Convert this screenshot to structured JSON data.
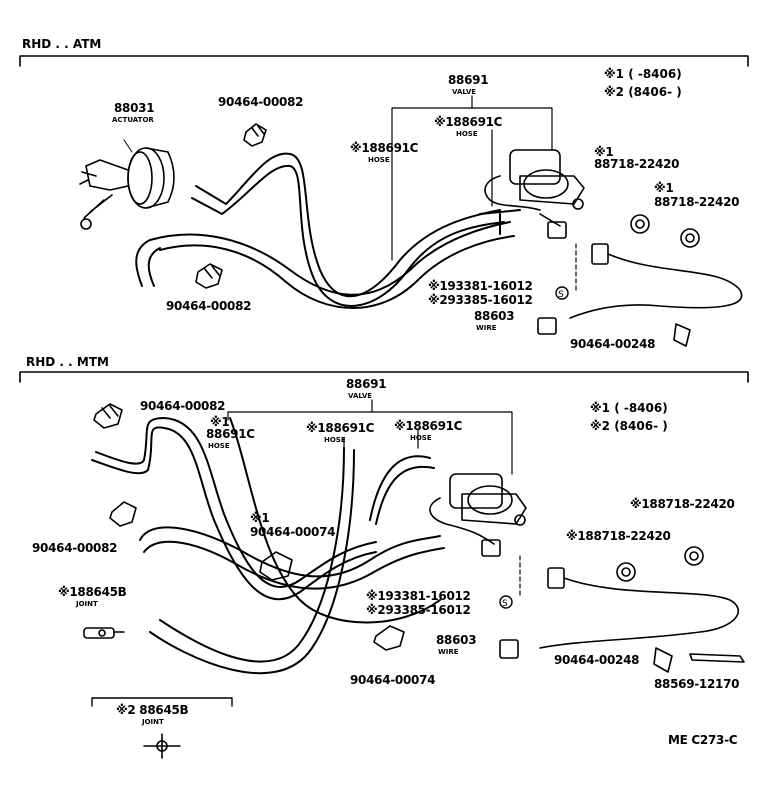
{
  "sections": [
    {
      "header": "RHD . . ATM",
      "legend": [
        "※1 (        -8406)",
        "※2 (8406-          )"
      ],
      "labels": {
        "actuator_pn": "88031",
        "actuator_name": "ACTUATOR",
        "clip_top_pn": "90464-00082",
        "valve_pn": "88691",
        "valve_name": "VALVE",
        "hose_a_pn": "※188691C",
        "hose_a_name": "HOSE",
        "hose_b_pn": "※188691C",
        "hose_b_name": "HOSE",
        "clamp1_mark": "※1",
        "clamp1_pn": "88718-22420",
        "clamp2_mark": "※1",
        "clamp2_pn": "88718-22420",
        "screw1_pn": "※193381-16012",
        "screw2_pn": "※293385-16012",
        "clip_bottom_pn": "90464-00082",
        "wire_pn": "88603",
        "wire_name": "WIRE",
        "clip_wire_pn": "90464-00248"
      }
    },
    {
      "header": "RHD . . MTM",
      "legend": [
        "※1 (        -8406)",
        "※2 (8406-          )"
      ],
      "labels": {
        "clip_top_pn": "90464-00082",
        "valve_pn": "88691",
        "valve_name": "VALVE",
        "hose_left_mark": "※1",
        "hose_left_pn": "88691C",
        "hose_left_name": "HOSE",
        "hose_mid_pn": "※188691C",
        "hose_mid_name": "HOSE",
        "hose_right_pn": "※188691C",
        "hose_right_name": "HOSE",
        "clip_mid_mark": "※1",
        "clip_mid_pn": "90464-00074",
        "clip_left_pn": "90464-00082",
        "joint_pn": "※188645B",
        "joint_name": "JOINT",
        "screw1_pn": "※193381-16012",
        "screw2_pn": "※293385-16012",
        "clamp1_pn": "※188718-22420",
        "clamp2_pn": "※188718-22420",
        "wire_pn": "88603",
        "wire_name": "WIRE",
        "clip_bottom_pn": "90464-00074",
        "clip_wire_pn": "90464-00248",
        "band_pn": "88569-12170",
        "joint2_pn": "※2 88645B",
        "joint2_name": "JOINT"
      }
    }
  ],
  "footer_code": "ME C273-C"
}
